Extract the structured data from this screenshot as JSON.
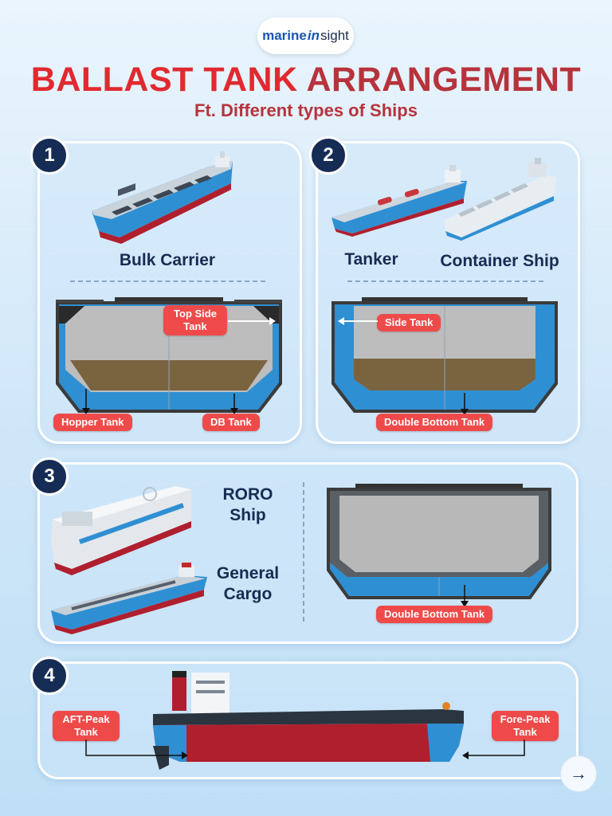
{
  "logo": {
    "part1": "marine",
    "part2": "in",
    "part3": "sight"
  },
  "title": {
    "part1": "BALLAST TANK",
    "part2": "ARRANGEMENT"
  },
  "subtitle": "Ft. Different types of Ships",
  "panels": [
    {
      "number": "1",
      "ships": [
        "Bulk Carrier"
      ],
      "labels": {
        "top_side": "Top Side Tank",
        "hopper": "Hopper Tank",
        "db": "DB Tank"
      }
    },
    {
      "number": "2",
      "ships": [
        "Tanker",
        "Container Ship"
      ],
      "labels": {
        "side": "Side Tank",
        "double_bottom": "Double Bottom Tank"
      }
    },
    {
      "number": "3",
      "ships": [
        "RORO Ship",
        "General Cargo"
      ],
      "labels": {
        "double_bottom": "Double Bottom Tank"
      }
    },
    {
      "number": "4",
      "labels": {
        "aft_peak": "AFT-Peak Tank",
        "fore_peak": "Fore-Peak Tank"
      }
    }
  ],
  "colors": {
    "title_red": "#e02a2f",
    "subtitle_red": "#b7333c",
    "pill_red": "#ef4a4a",
    "ship_blue": "#2f8fd3",
    "hull_red": "#b01f2e",
    "navy": "#152c55"
  },
  "nav": {
    "next_icon": "arrow-right-icon"
  }
}
